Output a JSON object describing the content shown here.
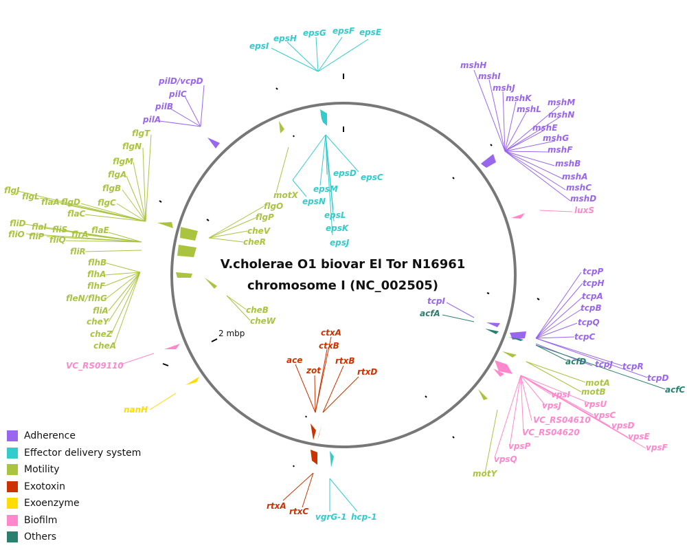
{
  "title": {
    "line1": "V.cholerae O1 biovar El Tor N16961",
    "line2": "chromosome I (NC_002505)"
  },
  "scale_label": "2 mbp",
  "categories": {
    "adherence": {
      "label": "Adherence",
      "color": "#9966ee"
    },
    "effector": {
      "label": "Effector delivery system",
      "color": "#33cccc"
    },
    "motility": {
      "label": "Motility",
      "color": "#aac440"
    },
    "exotoxin": {
      "label": "Exotoxin",
      "color": "#cc3300"
    },
    "exoenzyme": {
      "label": "Exoenzyme",
      "color": "#ffdd00"
    },
    "biofilm": {
      "label": "Biofilm",
      "color": "#ff88cc"
    },
    "others": {
      "label": "Others",
      "color": "#2a7f6f"
    }
  },
  "legend": [
    {
      "label": "Adherence",
      "color": "#9966ee"
    },
    {
      "label": "Effector delivery system",
      "color": "#33cccc"
    },
    {
      "label": "Motility",
      "color": "#aac440"
    },
    {
      "label": "Exotoxin",
      "color": "#cc3300"
    },
    {
      "label": "Exoenzyme",
      "color": "#ffdd00"
    },
    {
      "label": "Biofilm",
      "color": "#ff88cc"
    },
    {
      "label": "Others",
      "color": "#2a7f6f"
    }
  ],
  "genes": {
    "epsI": "epsI",
    "epsH": "epsH",
    "epsG": "epsG",
    "epsF": "epsF",
    "epsE": "epsE",
    "epsD": "epsD",
    "epsC": "epsC",
    "epsM": "epsM",
    "epsN": "epsN",
    "epsL": "epsL",
    "epsK": "epsK",
    "epsJ": "epsJ",
    "motX": "motX",
    "mshH": "mshH",
    "mshI": "mshI",
    "mshJ": "mshJ",
    "mshK": "mshK",
    "mshL": "mshL",
    "mshM": "mshM",
    "mshN": "mshN",
    "mshE": "mshE",
    "mshG": "mshG",
    "mshF": "mshF",
    "mshB": "mshB",
    "mshA": "mshA",
    "mshC": "mshC",
    "mshD": "mshD",
    "luxS": "luxS",
    "pilD": "pilD/vcpD",
    "pilC": "pilC",
    "pilB": "pilB",
    "pilA": "pilA",
    "flgT": "flgT",
    "flgN": "flgN",
    "flgM": "flgM",
    "flgA": "flgA",
    "flgB": "flgB",
    "flgC": "flgC",
    "flgJ": "flgJ",
    "flgL": "flgL",
    "flaA": "flaA",
    "flgD": "flgD",
    "flaC": "flaC",
    "fliD": "fliD",
    "flaI": "flaI",
    "fliS": "fliS",
    "flrA": "flrA",
    "flaE": "flaE",
    "fliO": "fliO",
    "fliP": "fliP",
    "fliQ": "fliQ",
    "fliR": "fliR",
    "flhB": "flhB",
    "flhA": "flhA",
    "flhF": "flhF",
    "fleN": "fleN/flhG",
    "fliA": "fliA",
    "cheY": "cheY",
    "cheZ": "cheZ",
    "cheA": "cheA",
    "flgO": "flgO",
    "flgP": "flgP",
    "cheV": "cheV",
    "cheR": "cheR",
    "cheB": "cheB",
    "cheW": "cheW",
    "VC_RS09110": "VC_RS09110",
    "nanH": "nanH",
    "tcpP": "tcpP",
    "tcpH": "tcpH",
    "tcpA": "tcpA",
    "tcpB": "tcpB",
    "tcpQ": "tcpQ",
    "tcpC": "tcpC",
    "tcpR": "tcpR",
    "tcpD": "tcpD",
    "tcpJ": "tcpJ",
    "tcpI": "tcpI",
    "acfA": "acfA",
    "acfD": "acfD",
    "acfC": "acfC",
    "motA": "motA",
    "motB": "motB",
    "motY": "motY",
    "vpsI": "vpsI",
    "vpsU": "vpsU",
    "vpsJ": "vpsJ",
    "vpsC": "vpsC",
    "vpsD": "vpsD",
    "vpsE": "vpsE",
    "vpsF": "vpsF",
    "VC_RS04610": "VC_RS04610",
    "VC_RS04620": "VC_RS04620",
    "vpsP": "vpsP",
    "vpsQ": "vpsQ",
    "ctxA": "ctxA",
    "ctxB": "ctxB",
    "ace": "ace",
    "zot": "zot",
    "rtxB": "rtxB",
    "rtxD": "rtxD",
    "rtxA": "rtxA",
    "rtxC": "rtxC",
    "vgrG1": "vgrG-1",
    "hcp1": "hcp-1"
  }
}
